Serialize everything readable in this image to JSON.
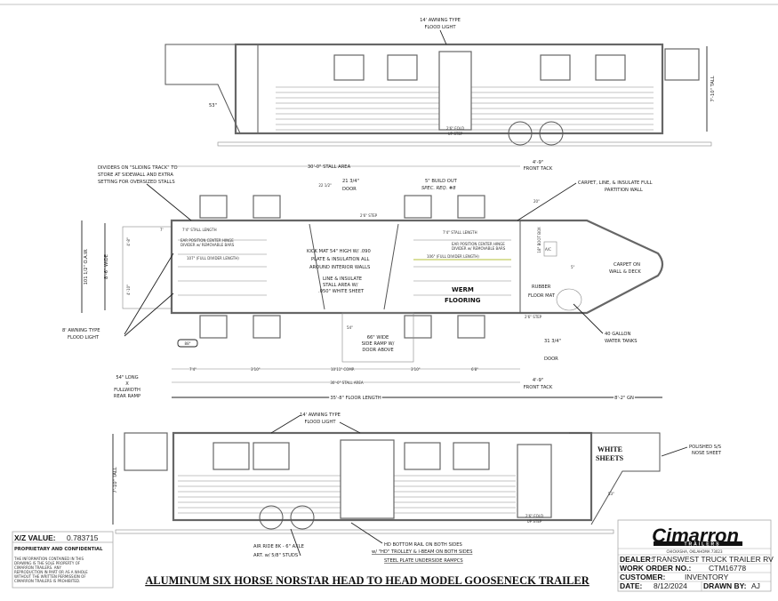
{
  "title": "ALUMINUM SIX HORSE  NORSTAR HEAD TO HEAD MODEL GOOSENECK TRAILER",
  "top_view": {
    "awning_light": [
      "14' AWNING TYPE",
      "FLOOD LIGHT"
    ],
    "height": "7'-10\" TALL",
    "neck_height": "53\"",
    "step": [
      "2'6\" FOLD",
      "UP STEP"
    ]
  },
  "plan_view": {
    "dividers_note": [
      "DIVIDERS ON \"SLIDING TRACK\" TO",
      "STORE AT SIDEWALL AND EXTRA",
      "SETTING FOR OVERSIZED STALLS"
    ],
    "stall_area_top": "30'-0\" STALL AREA",
    "stall_area_bottom": "30'-0\" STALL AREA",
    "floor_length": "35'-8\" FLOOR LENGTH",
    "gn_length": "8'-2\" GN",
    "front_tack_top": [
      "4'-9\"",
      "FRONT TACK"
    ],
    "front_tack_bottom": [
      "4'-9\"",
      "FRONT TACK"
    ],
    "carpet_note": [
      "CARPET, LINE, & INSULATE FULL",
      "PARTITION WALL"
    ],
    "carpet_gn": [
      "CARPET ON",
      "WALL & DECK"
    ],
    "rubber_mat": [
      "RUBBER",
      "FLOOR MAT"
    ],
    "water_tanks": [
      "40 GALLON",
      "WATER TANKS"
    ],
    "build_out": [
      "5\" BUILD OUT",
      "SPEC. REQ. #8"
    ],
    "door_top": [
      "21 3/4\"",
      "DOOR"
    ],
    "door_bottom": [
      "31 3/4\"",
      "DOOR"
    ],
    "dim_22": "22 1/2\"",
    "dim_20": "20\"",
    "step_top": "2'6\" STEP",
    "step_bottom": "2'6\" STEP",
    "boot_box": "18\" BOOT BOX",
    "ac": "A/C",
    "dim_5": "5\"",
    "stall_length_left": "7'4\" STALL LENGTH",
    "stall_length_right": "7'4\" STALL LENGTH",
    "divider_note": [
      "EAR POSITION CENTER HINGE",
      "DIVIDER w/ REMOVABLE BARS"
    ],
    "divider_length_left": "107\" (FULL DIVIDER LENGTH)",
    "divider_length_right": "106\" (FULL DIVIDER LENGTH)",
    "kick_mat": [
      "KICK MAT 54\" HIGH W/ .090",
      "PLATE & INSULATION ALL",
      "AROUND INTERIOR WALLS"
    ],
    "line_insulate": [
      "LINE & INSULATE",
      "STALL AREA W/",
      ".050\" WHITE SHEET"
    ],
    "werm": [
      "WERM",
      "FLOORING"
    ],
    "width_oaw": "101 1/2\" O.A.W.",
    "width_inside": "8'-6\" WIDE",
    "dim_48a": "4'-8\"",
    "dim_410": "4'-10\"",
    "dim_7": "7'",
    "dim_88": "88\"",
    "awning_light_side": [
      "8' AWNING TYPE",
      "FLOOD LIGHT"
    ],
    "rear_ramp": [
      "54\" LONG",
      "X",
      "FULLWIDTH",
      "REAR RAMP"
    ],
    "side_ramp": [
      "66\" WIDE",
      "SIDE RAMP W/",
      "DOOR ABOVE"
    ],
    "dim_54": "54\"",
    "bottom_dims": [
      "7'4\"",
      "3'10\"",
      "10'11\" COMP.",
      "3'10\"",
      "6'8\""
    ]
  },
  "bottom_view": {
    "awning_light": [
      "14' AWNING TYPE",
      "FLOOD LIGHT"
    ],
    "height": "7'-10\" TALL",
    "white_sheets": [
      "WHITE",
      "SHEETS"
    ],
    "nose_sheet": [
      "POLISHED S/S",
      "NOSE SHEET"
    ],
    "neck_height": "53\"",
    "step": [
      "2'6\" FOLD",
      "UP STEP"
    ],
    "axle": [
      "AIR RIDE 8K - 6\" AXLE",
      "ART. w/ 5/8\" STUDS"
    ],
    "rail": [
      "HD BOTTOM RAIL ON BOTH SIDES",
      "w/ \"HD\" TROLLEY & I-BEAM ON BOTH SIDES",
      "STEEL PLATE UNDERSIDE RAMPCS"
    ]
  },
  "xz": {
    "label": "X/Z VALUE:",
    "value": "0.783715"
  },
  "proprietary": {
    "heading": "PROPRIETARY AND CONFIDENTIAL",
    "lines": [
      "THE INFORMATION CONTAINED IN THIS",
      "DRAWING IS THE SOLE PROPERTY OF",
      "CIMARRON TRAILERS. ANY",
      "REPRODUCTION IN PART OR AS A WHOLE",
      "WITHOUT THE WRITTEN PERMISSION OF",
      "CIMARRON TRAILERS IS PROHIBITED."
    ]
  },
  "title_block": {
    "logo": "Cimarron",
    "logo_sub": "TRAILERS",
    "location": "CHICKASHA, OKLAHOMA 73023",
    "dealer_label": "DEALER:",
    "dealer": "TRANSWEST TRUCK TRAILER RV",
    "work_order_label": "WORK ORDER NO.:",
    "work_order": "CTM16778",
    "customer_label": "CUSTOMER:",
    "customer": "INVENTORY",
    "date_label": "DATE:",
    "date": "8/12/2024",
    "drawn_by_label": "DRAWN BY:",
    "drawn_by": "AJ"
  }
}
